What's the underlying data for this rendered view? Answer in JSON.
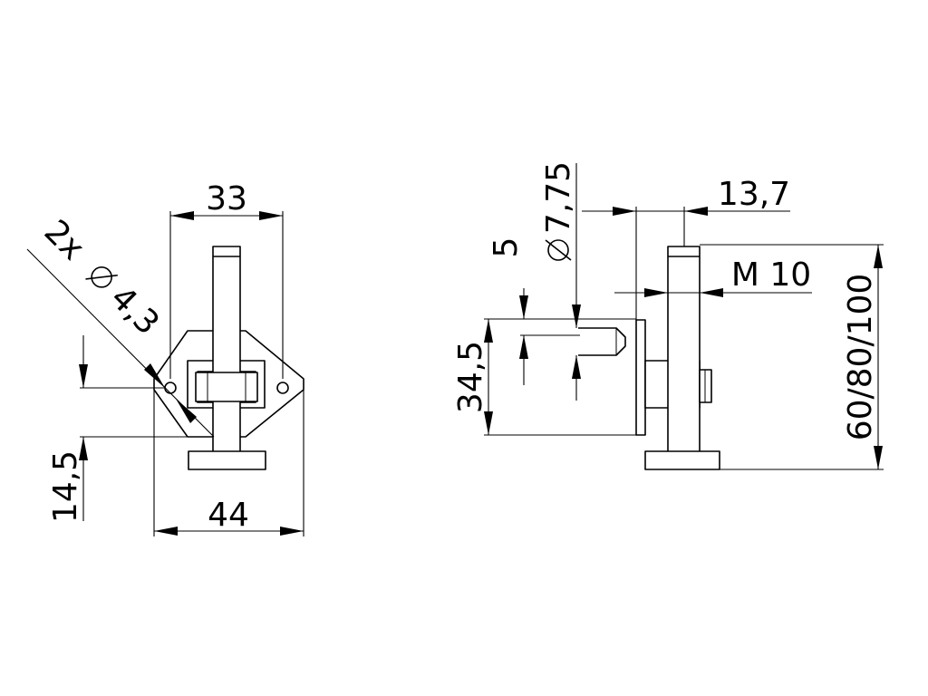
{
  "front_view": {
    "dim_width_top": "33",
    "dim_width_bottom": "44",
    "dim_height_left": "14,5",
    "dim_holes_prefix": "2x",
    "dim_holes_value": "4,3"
  },
  "side_view": {
    "dim_offset": "13,7",
    "dim_thread": "M 10",
    "dim_pin_offset": "5",
    "dim_pin_diameter": "7,75",
    "dim_plate_height": "34,5",
    "dim_length": "60/80/100"
  },
  "icons": {
    "diameter": "diameter-symbol"
  }
}
